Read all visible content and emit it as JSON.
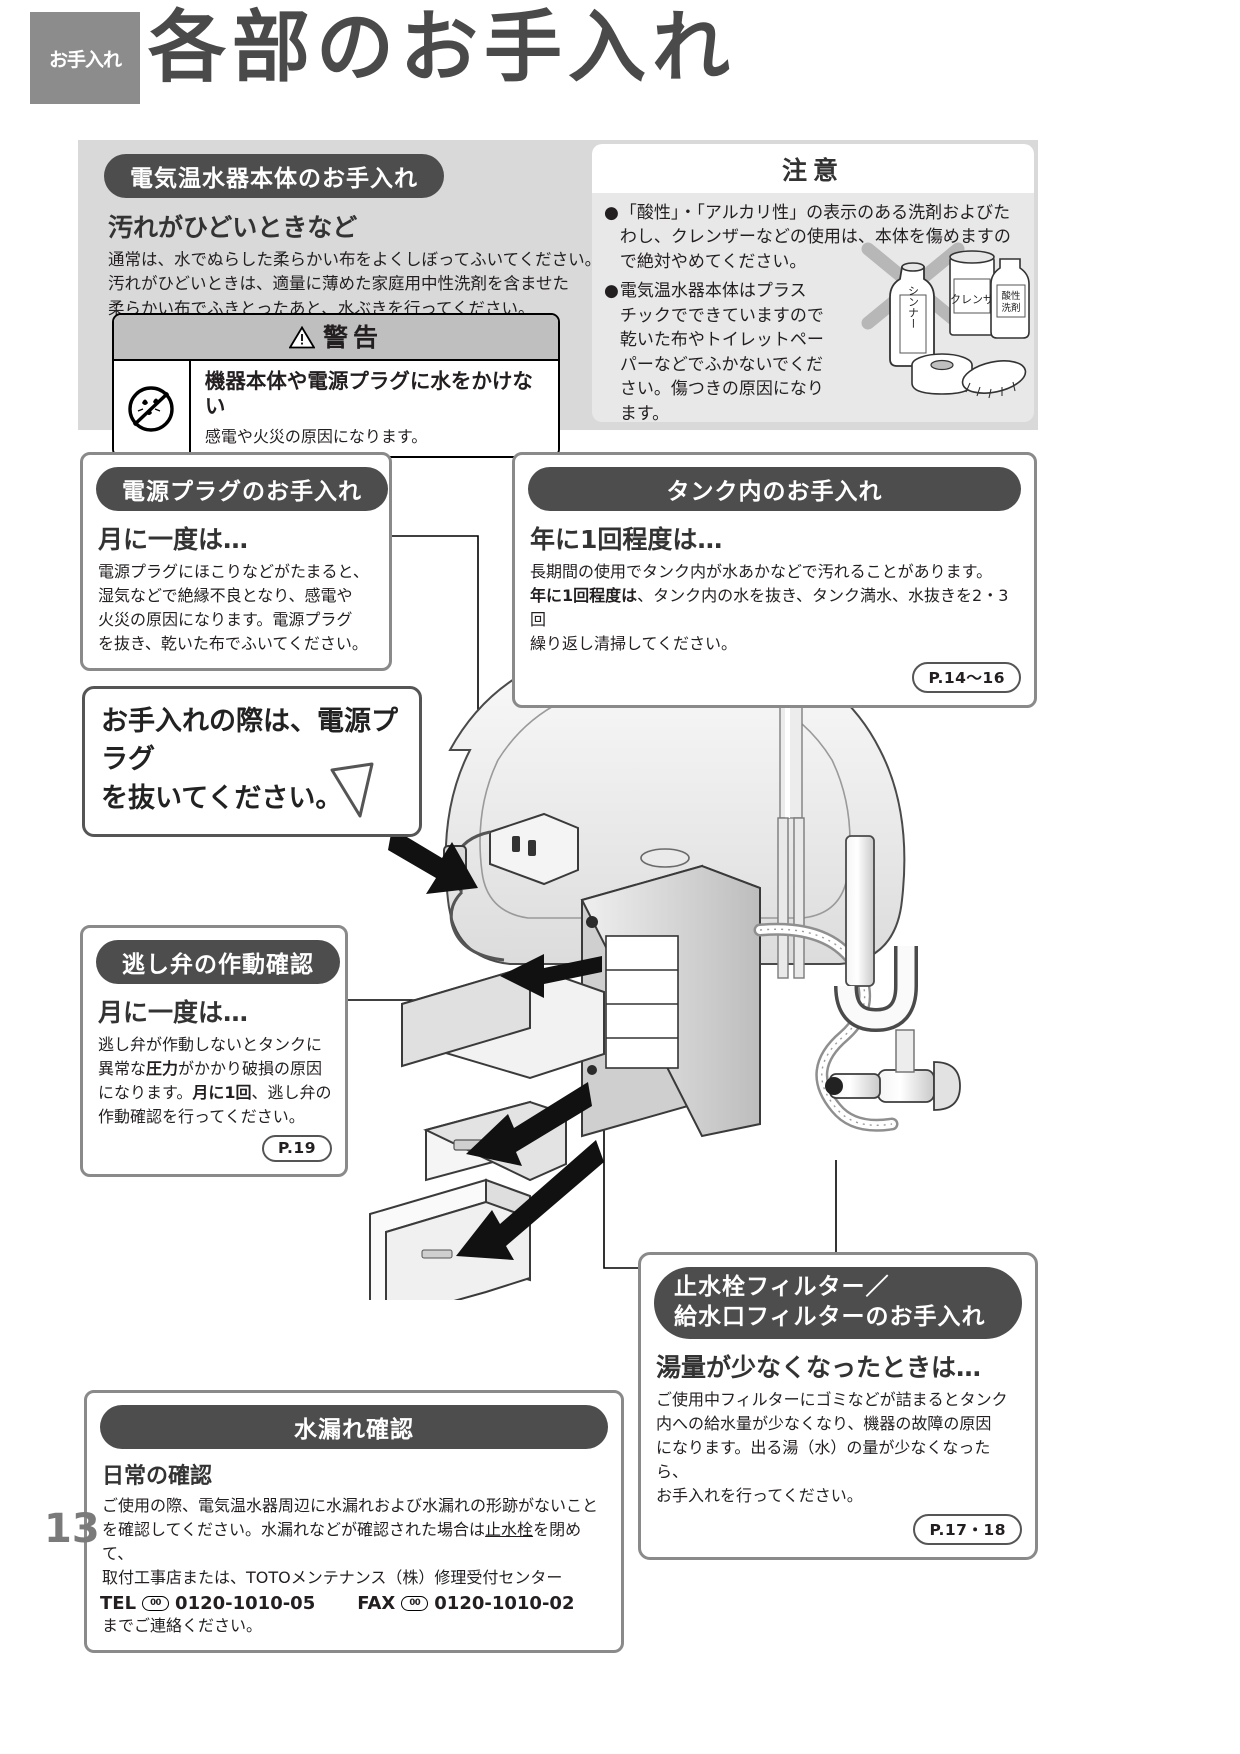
{
  "header": {
    "tab_label": "お手入れ",
    "title": "各部のお手入れ"
  },
  "body_care": {
    "heading": "電気温水器本体のお手入れ",
    "subheading": "汚れがひどいときなど",
    "para_line1": "通常は、水でぬらした柔らかい布をよくしぼってふいてください。",
    "para_line2": "汚れがひどいときは、適量に薄めた家庭用中性洗剤を含ませた",
    "para_line3": "柔らかい布でふきとったあと、水ぶきを行ってください。"
  },
  "warning": {
    "head_label": "警告",
    "head_icon": "warning-triangle-icon",
    "prohibit_icon": "no-water-splash-icon",
    "main_text": "機器本体や電源プラグに水をかけない",
    "sub_text": "感電や火災の原因になります。"
  },
  "caution": {
    "head_label": "注意",
    "bullets": [
      {
        "marker": "●",
        "lines": [
          "「酸性」・「アルカリ性」の表示のある洗剤およびた",
          "わし、クレンザーなどの使用は、本体を傷めますの",
          "で絶対やめてください。"
        ]
      },
      {
        "marker": "●",
        "lines": [
          "電気温水器本体はプラス",
          "チックでできていますので",
          "乾いた布やトイレットペー",
          "パーなどでふかないでくだ",
          "さい。傷つきの原因になり",
          "ます。"
        ]
      }
    ],
    "illustration": {
      "name": "prohibited-cleaners-illustration",
      "x_mark": "×",
      "bottle_thinner": "シンナー",
      "can_cleanser": "クレンザー",
      "bottle_acid": "酸性洗剤",
      "paper_label": "トイレットペーパー",
      "brush_label": "たわし"
    }
  },
  "plug_care": {
    "heading": "電源プラグのお手入れ",
    "subheading": "月に一度は…",
    "lines": [
      "電源プラグにほこりなどがたまると、",
      "湿気などで絶縁不良となり、感電や",
      "火災の原因になります。電源プラグ",
      "を抜き、乾いた布でふいてください。"
    ]
  },
  "tank_care": {
    "heading": "タンク内のお手入れ",
    "subheading": "年に1回程度は…",
    "line1": "長期間の使用でタンク内が水あかなどで汚れることがあります。",
    "line2_bold": "年に1回程度は",
    "line2_rest": "、タンク内の水を抜き、タンク満水、水抜きを2・3回",
    "line3": "繰り返し清掃してください。",
    "pageref": "P.14〜16"
  },
  "speech_bubble": {
    "line1": "お手入れの際は、電源プラグ",
    "line2": "を抜いてください。"
  },
  "relief_valve": {
    "heading": "逃し弁の作動確認",
    "subheading": "月に一度は…",
    "line1": "逃し弁が作動しないとタンクに",
    "line2_a": "異常な",
    "line2_b": "圧力",
    "line2_c": "がかかり破損の原因",
    "line3_a": "になります。",
    "line3_b": "月に1回",
    "line3_c": "、逃し弁の",
    "line4": "作動確認を行ってください。",
    "pageref": "P.19"
  },
  "leak_check": {
    "heading": "水漏れ確認",
    "subheading": "日常の確認",
    "line1": "ご使用の際、電気温水器周辺に水漏れおよび水漏れの形跡がないこと",
    "line2_a": "を確認してください。水漏れなどが確認された場合は",
    "line2_b": "止水栓",
    "line2_c": "を閉めて、",
    "line3": "取付工事店または、TOTOメンテナンス（株）修理受付センター",
    "tel_label": "TEL",
    "tel_icon": "freedial-icon",
    "tel_number": "0120-1010-05",
    "fax_label": "FAX",
    "fax_icon": "freedial-icon",
    "fax_number": "0120-1010-02",
    "line5": "までご連絡ください。"
  },
  "filter_care": {
    "heading_line1": "止水栓フィルター／",
    "heading_line2": "給水口フィルターのお手入れ",
    "subheading": "湯量が少なくなったときは…",
    "lines": [
      "ご使用中フィルターにゴミなどが詰まるとタンク",
      "内への給水量が少なくなり、機器の故障の原因",
      "になります。出る湯（水）の量が少なくなったら、",
      "お手入れを行ってください。"
    ],
    "pageref": "P.17・18"
  },
  "diagram": {
    "name": "washbasin-water-heater-exploded-illustration",
    "parts": [
      "faucet",
      "basin-counter",
      "power-plug-outlet",
      "water-heater-unit",
      "front-cover-panel",
      "lower-cover-panel",
      "drain-trap",
      "stop-valve",
      "supply-hoses"
    ]
  },
  "footer": {
    "page_number": "13"
  },
  "colors": {
    "tab_gray": "#8c8c8c",
    "title_gray": "#4a4a4a",
    "panel_gray": "#d9d9d9",
    "pill_dark": "#4d4d4d",
    "caution_gray": "#e8e8e8",
    "border_gray": "#8a8a8a"
  }
}
